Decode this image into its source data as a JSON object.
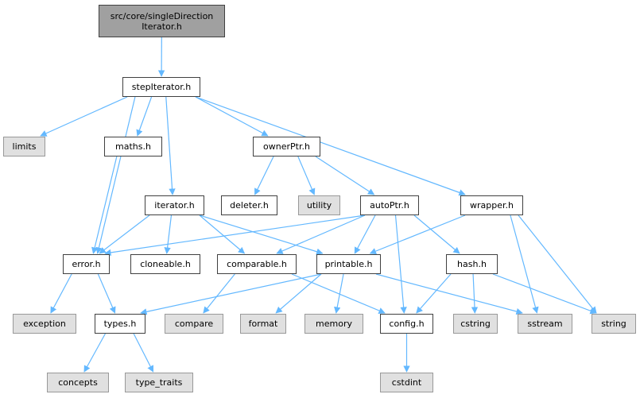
{
  "diagram": {
    "nodes": [
      {
        "id": "root",
        "lines": [
          "src/core/singleDirection",
          "Iterator.h"
        ],
        "kind": "header"
      },
      {
        "id": "stepIterator",
        "lines": [
          "stepIterator.h"
        ],
        "kind": "local"
      },
      {
        "id": "limits",
        "lines": [
          "limits"
        ],
        "kind": "system"
      },
      {
        "id": "maths",
        "lines": [
          "maths.h"
        ],
        "kind": "local"
      },
      {
        "id": "ownerPtr",
        "lines": [
          "ownerPtr.h"
        ],
        "kind": "local"
      },
      {
        "id": "iterator",
        "lines": [
          "iterator.h"
        ],
        "kind": "local"
      },
      {
        "id": "deleter",
        "lines": [
          "deleter.h"
        ],
        "kind": "local"
      },
      {
        "id": "utility",
        "lines": [
          "utility"
        ],
        "kind": "system"
      },
      {
        "id": "autoPtr",
        "lines": [
          "autoPtr.h"
        ],
        "kind": "local"
      },
      {
        "id": "wrapper",
        "lines": [
          "wrapper.h"
        ],
        "kind": "local"
      },
      {
        "id": "error",
        "lines": [
          "error.h"
        ],
        "kind": "local"
      },
      {
        "id": "cloneable",
        "lines": [
          "cloneable.h"
        ],
        "kind": "local"
      },
      {
        "id": "comparable",
        "lines": [
          "comparable.h"
        ],
        "kind": "local"
      },
      {
        "id": "printable",
        "lines": [
          "printable.h"
        ],
        "kind": "local"
      },
      {
        "id": "hash",
        "lines": [
          "hash.h"
        ],
        "kind": "local"
      },
      {
        "id": "exception",
        "lines": [
          "exception"
        ],
        "kind": "system"
      },
      {
        "id": "types",
        "lines": [
          "types.h"
        ],
        "kind": "local"
      },
      {
        "id": "compare",
        "lines": [
          "compare"
        ],
        "kind": "system"
      },
      {
        "id": "format",
        "lines": [
          "format"
        ],
        "kind": "system"
      },
      {
        "id": "memory",
        "lines": [
          "memory"
        ],
        "kind": "system"
      },
      {
        "id": "config",
        "lines": [
          "config.h"
        ],
        "kind": "local"
      },
      {
        "id": "cstring",
        "lines": [
          "cstring"
        ],
        "kind": "system"
      },
      {
        "id": "sstream",
        "lines": [
          "sstream"
        ],
        "kind": "system"
      },
      {
        "id": "string",
        "lines": [
          "string"
        ],
        "kind": "system"
      },
      {
        "id": "concepts",
        "lines": [
          "concepts"
        ],
        "kind": "system"
      },
      {
        "id": "type_traits",
        "lines": [
          "type_traits"
        ],
        "kind": "system"
      },
      {
        "id": "cstdint",
        "lines": [
          "cstdint"
        ],
        "kind": "system"
      }
    ],
    "edges": [
      [
        "root",
        "stepIterator"
      ],
      [
        "stepIterator",
        "limits"
      ],
      [
        "stepIterator",
        "maths"
      ],
      [
        "stepIterator",
        "ownerPtr"
      ],
      [
        "stepIterator",
        "wrapper"
      ],
      [
        "stepIterator",
        "iterator"
      ],
      [
        "stepIterator",
        "error"
      ],
      [
        "maths",
        "error"
      ],
      [
        "ownerPtr",
        "deleter"
      ],
      [
        "ownerPtr",
        "utility"
      ],
      [
        "ownerPtr",
        "autoPtr"
      ],
      [
        "iterator",
        "error"
      ],
      [
        "iterator",
        "cloneable"
      ],
      [
        "iterator",
        "comparable"
      ],
      [
        "iterator",
        "printable"
      ],
      [
        "autoPtr",
        "error"
      ],
      [
        "autoPtr",
        "comparable"
      ],
      [
        "autoPtr",
        "printable"
      ],
      [
        "autoPtr",
        "hash"
      ],
      [
        "autoPtr",
        "config"
      ],
      [
        "wrapper",
        "printable"
      ],
      [
        "wrapper",
        "sstream"
      ],
      [
        "wrapper",
        "string"
      ],
      [
        "error",
        "exception"
      ],
      [
        "error",
        "types"
      ],
      [
        "comparable",
        "compare"
      ],
      [
        "comparable",
        "config"
      ],
      [
        "printable",
        "types"
      ],
      [
        "printable",
        "format"
      ],
      [
        "printable",
        "memory"
      ],
      [
        "printable",
        "sstream"
      ],
      [
        "hash",
        "config"
      ],
      [
        "hash",
        "cstring"
      ],
      [
        "hash",
        "string"
      ],
      [
        "types",
        "concepts"
      ],
      [
        "types",
        "type_traits"
      ],
      [
        "config",
        "cstdint"
      ]
    ]
  }
}
